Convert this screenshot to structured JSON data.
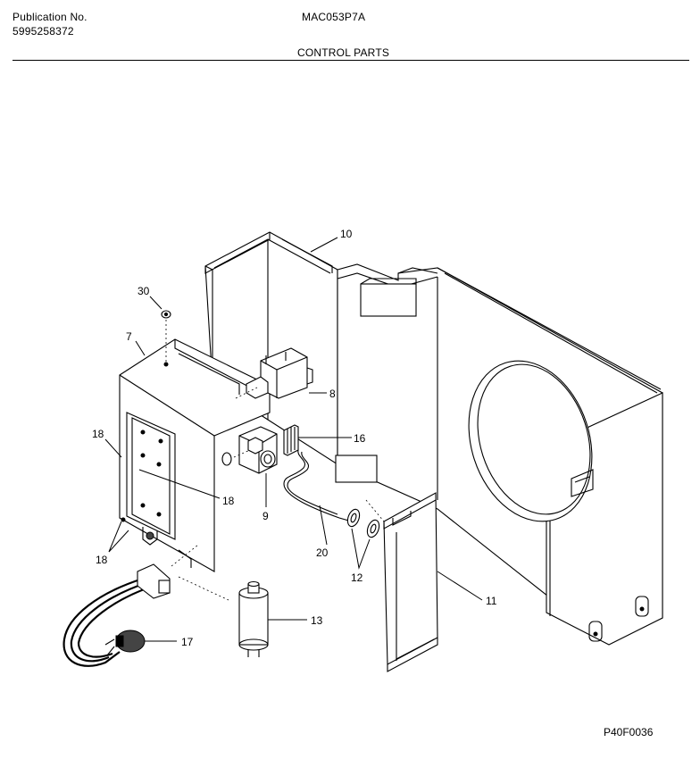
{
  "header": {
    "publication_label": "Publication No.",
    "publication_number": "5995258372",
    "model": "MAC053P7A",
    "section_title": "CONTROL PARTS"
  },
  "callouts": {
    "c10": "10",
    "c30": "30",
    "c7": "7",
    "c8": "8",
    "c16": "16",
    "c18a": "18",
    "c18b": "18",
    "c18c": "18",
    "c9": "9",
    "c20": "20",
    "c12": "12",
    "c11": "11",
    "c13": "13",
    "c17": "17"
  },
  "figure_code": "P40F0036"
}
